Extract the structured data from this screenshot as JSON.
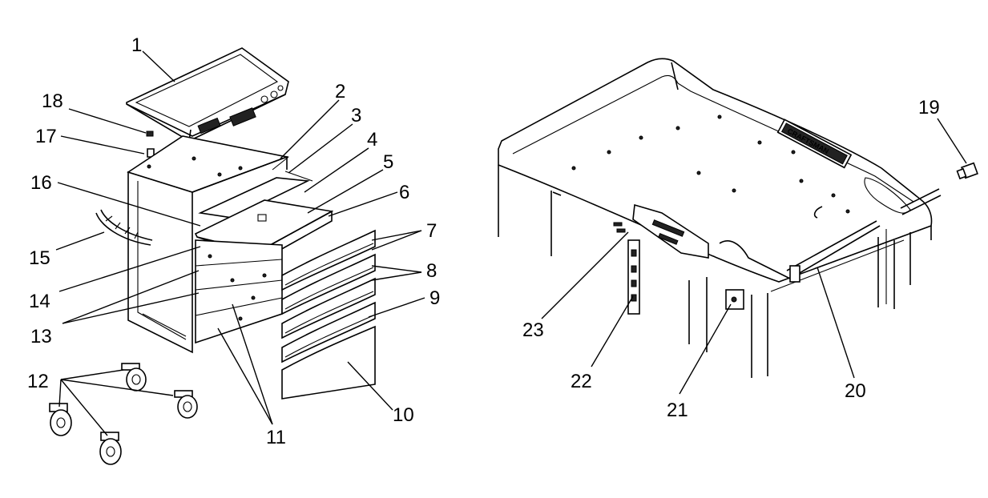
{
  "callouts": {
    "c1": "1",
    "c2": "2",
    "c3": "3",
    "c4": "4",
    "c5": "5",
    "c6": "6",
    "c7": "7",
    "c8": "8",
    "c9": "9",
    "c10": "10",
    "c11": "11",
    "c12": "12",
    "c13": "13",
    "c14": "14",
    "c15": "15",
    "c16": "16",
    "c17": "17",
    "c18": "18",
    "c19": "19",
    "c20": "20",
    "c21": "21",
    "c22": "22",
    "c23": "23"
  },
  "logo": {
    "text": "CRAFTSMAN"
  }
}
